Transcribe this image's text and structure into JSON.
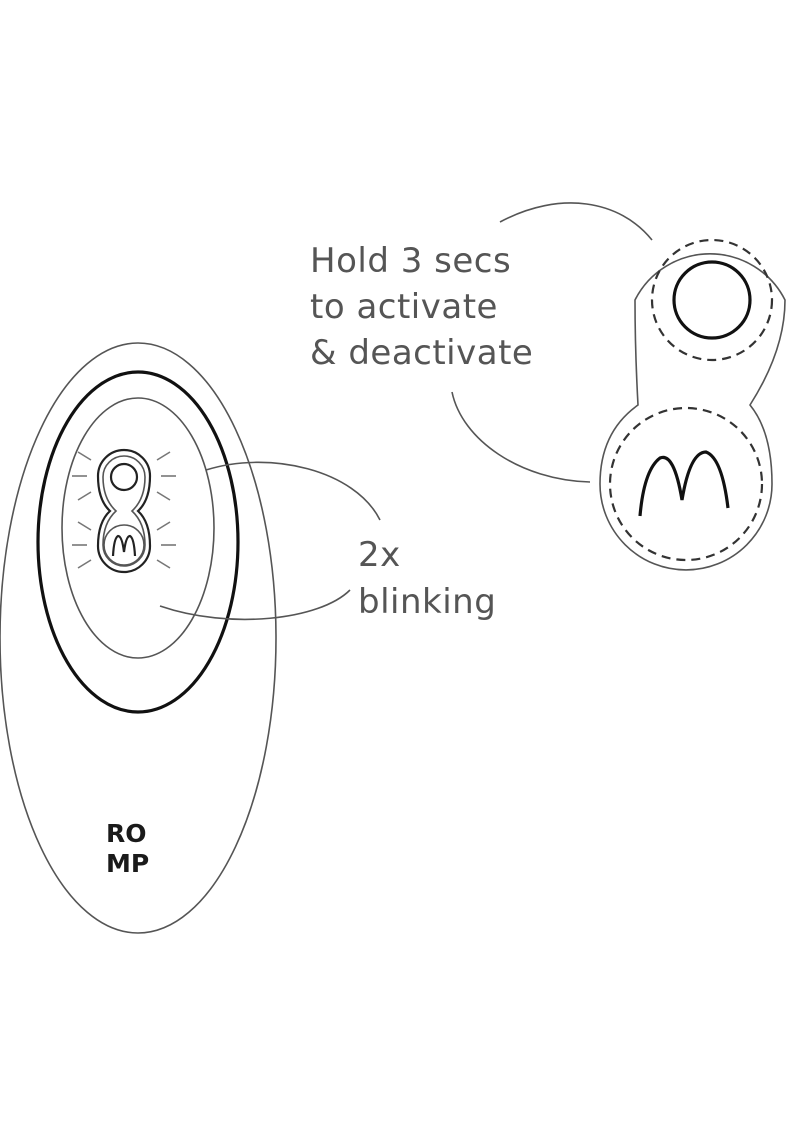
{
  "annotations": {
    "hold": {
      "line1": "Hold 3 secs",
      "line2": "to activate",
      "line3": "& deactivate"
    },
    "blink": {
      "line1": "2x",
      "line2": "blinking"
    }
  },
  "remote": {
    "logo_line1": "RO",
    "logo_line2": "MP"
  },
  "icons": {
    "power": "power-button-icon",
    "mode": "m-mode-button-icon"
  },
  "colors": {
    "line": "#222222",
    "text": "#555555",
    "background": "#ffffff"
  }
}
